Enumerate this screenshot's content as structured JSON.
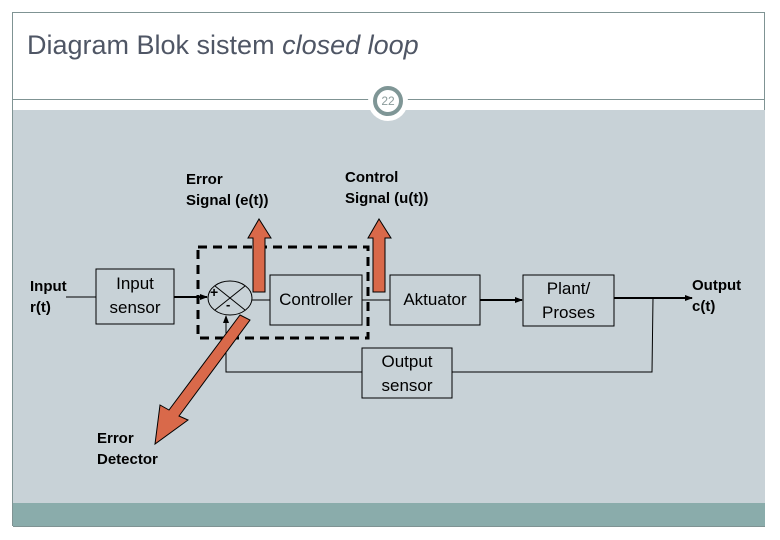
{
  "slide": {
    "title_regular": "Diagram Blok sistem ",
    "title_italic": "closed loop",
    "page_number": "22"
  },
  "diagram": {
    "input_label": [
      "Input",
      "r(t)"
    ],
    "output_label": [
      "Output",
      "c(t)"
    ],
    "blocks": {
      "input_sensor": [
        "Input",
        "sensor"
      ],
      "controller": "Controller",
      "aktuator": "Aktuator",
      "plant": [
        "Plant/",
        "Proses"
      ],
      "output_sensor": [
        "Output",
        "sensor"
      ]
    },
    "summing_junction": {
      "plus": "+",
      "minus": "-"
    },
    "annotations": {
      "error_signal": [
        "Error",
        "Signal (e(t))"
      ],
      "control_signal": [
        "Control",
        "Signal (u(t))"
      ],
      "error_detector": [
        "Error",
        "Detector"
      ]
    },
    "colors": {
      "callout_arrow": "#d9694a",
      "background": "#c8d2d7",
      "footer": "#8aacab",
      "title": "#4f5665"
    }
  }
}
